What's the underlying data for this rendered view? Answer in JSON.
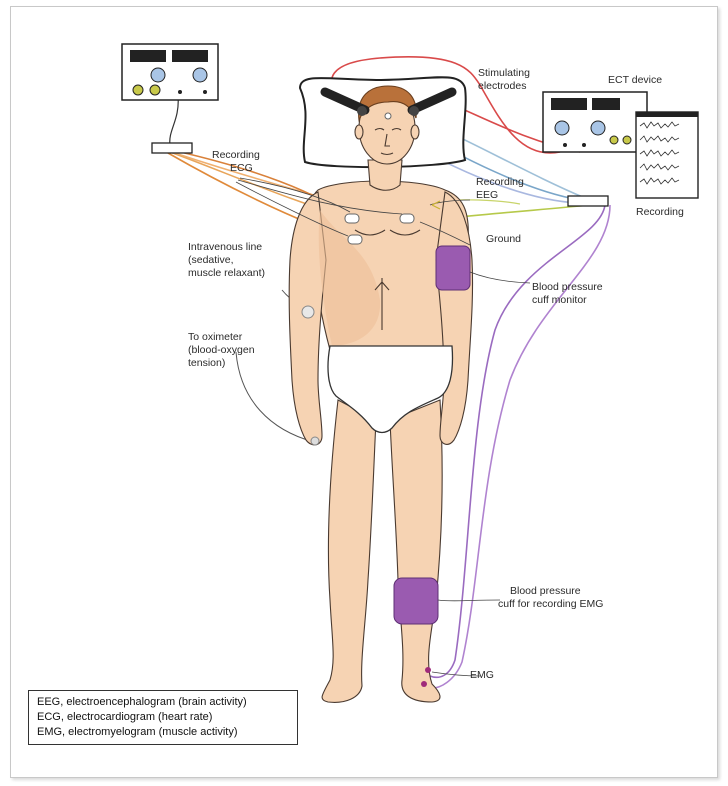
{
  "labels": {
    "stimulating": [
      "Stimulating",
      "electrodes"
    ],
    "ect_device": "ECT device",
    "recording_ecg": [
      "Recording",
      "ECG"
    ],
    "recording_eeg": [
      "Recording",
      "EEG"
    ],
    "recording": "Recording",
    "ground": "Ground",
    "iv_line": [
      "Intravenous line",
      "(sedative,",
      "muscle relaxant)"
    ],
    "bp_cuff_monitor": [
      "Blood pressure",
      "cuff monitor"
    ],
    "oximeter": [
      "To oximeter",
      "(blood-oxygen",
      "tension)"
    ],
    "bp_cuff_emg": [
      "Blood pressure",
      "cuff for recording EMG"
    ],
    "emg": "EMG"
  },
  "legend": [
    "EEG, electroencephalogram (brain activity)",
    "ECG, electrocardiogram (heart rate)",
    "EMG, electromyelogram (muscle activity)"
  ],
  "colors": {
    "skin": "#f6d3b3",
    "skin_shadow": "#efbf98",
    "cuff": "#9a5bb0",
    "ecg_wire": "#e89a4a",
    "eeg_wire": "#7aa6c9",
    "stim_wire": "#d94a4a",
    "ground_wire": "#b6c94a",
    "emg_wire": "#9a6bc0"
  }
}
